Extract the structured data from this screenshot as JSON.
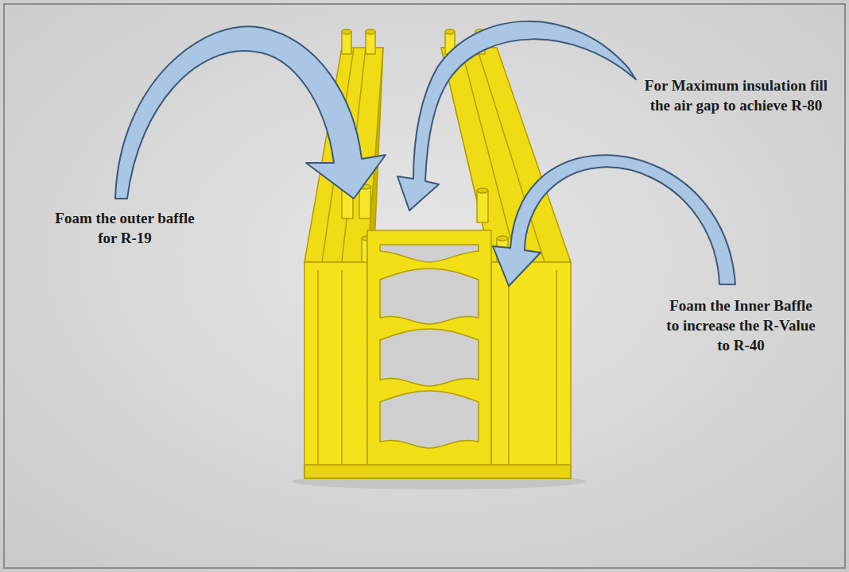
{
  "diagram": {
    "labels": [
      "Foam the outer baffle for R-19",
      "For Maximum insulation fill the air gap to achieve R-80",
      "Foam the Inner Baffle to increase the R-Value to R-40"
    ]
  }
}
